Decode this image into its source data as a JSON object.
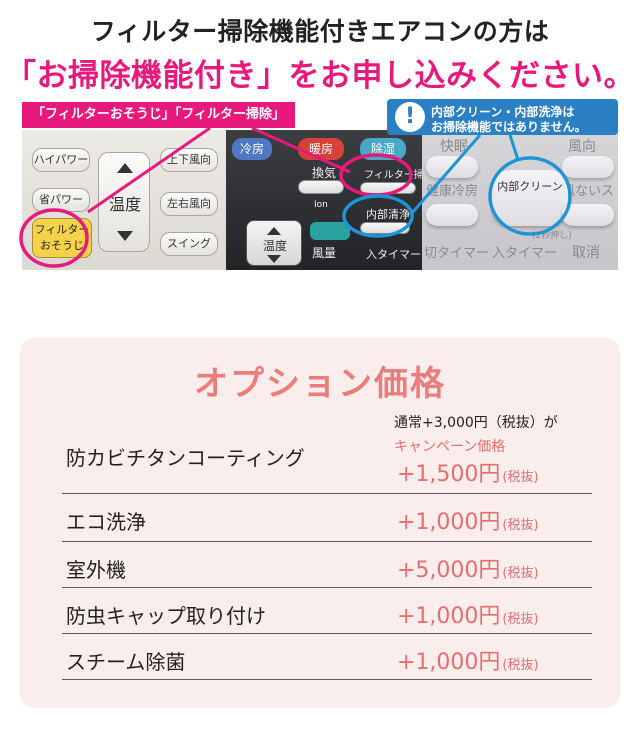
{
  "header": {
    "line1": "フィルター掃除機能付きエアコンの方は",
    "line2": "「お掃除機能付き」をお申し込みください。"
  },
  "callouts": {
    "tab": "「フィルターおそうじ」「フィルター掃除」",
    "notice_mark": "!",
    "notice_line1": "内部クリーン・内部洗浄は",
    "notice_line2": "お掃除機能ではありません。"
  },
  "remote1": {
    "buttons": [
      "ハイパワー",
      "上下風向",
      "省パワー",
      "左右風向",
      "スイング"
    ],
    "temp_label": "温度",
    "filter_btn_line1": "フィルター",
    "filter_btn_line2": "おそうじ"
  },
  "remote2": {
    "top_buttons": [
      "冷房",
      "暖房",
      "除湿"
    ],
    "labels": [
      "換気",
      "フィルター掃除",
      "Ion",
      "内部清浄",
      "温度",
      "風量",
      "入タイマー"
    ]
  },
  "remote3": {
    "labels": [
      "快眠",
      "風向",
      "健康冷房",
      "内部クリーン",
      "風ないス",
      "(2秒押し)",
      "切タイマー",
      "入タイマー",
      "取消"
    ]
  },
  "colors": {
    "accent_pink": "#e8197d",
    "notice_blue": "#2b7fc3",
    "price_coral": "#e66e6e",
    "card_bg": "#faeeec"
  },
  "options": {
    "title": "オプション価格",
    "note_line1": "通常+3,000円（税抜）が",
    "note_line2": "キャンペーン価格",
    "tax_label": "(税抜)",
    "items": [
      {
        "name": "防カビチタンコーティング",
        "price": "+1,500円"
      },
      {
        "name": "エコ洗浄",
        "price": "+1,000円"
      },
      {
        "name": "室外機",
        "price": "+5,000円"
      },
      {
        "name": "防虫キャップ取り付け",
        "price": "+1,000円"
      },
      {
        "name": "スチーム除菌",
        "price": "+1,000円"
      }
    ]
  }
}
